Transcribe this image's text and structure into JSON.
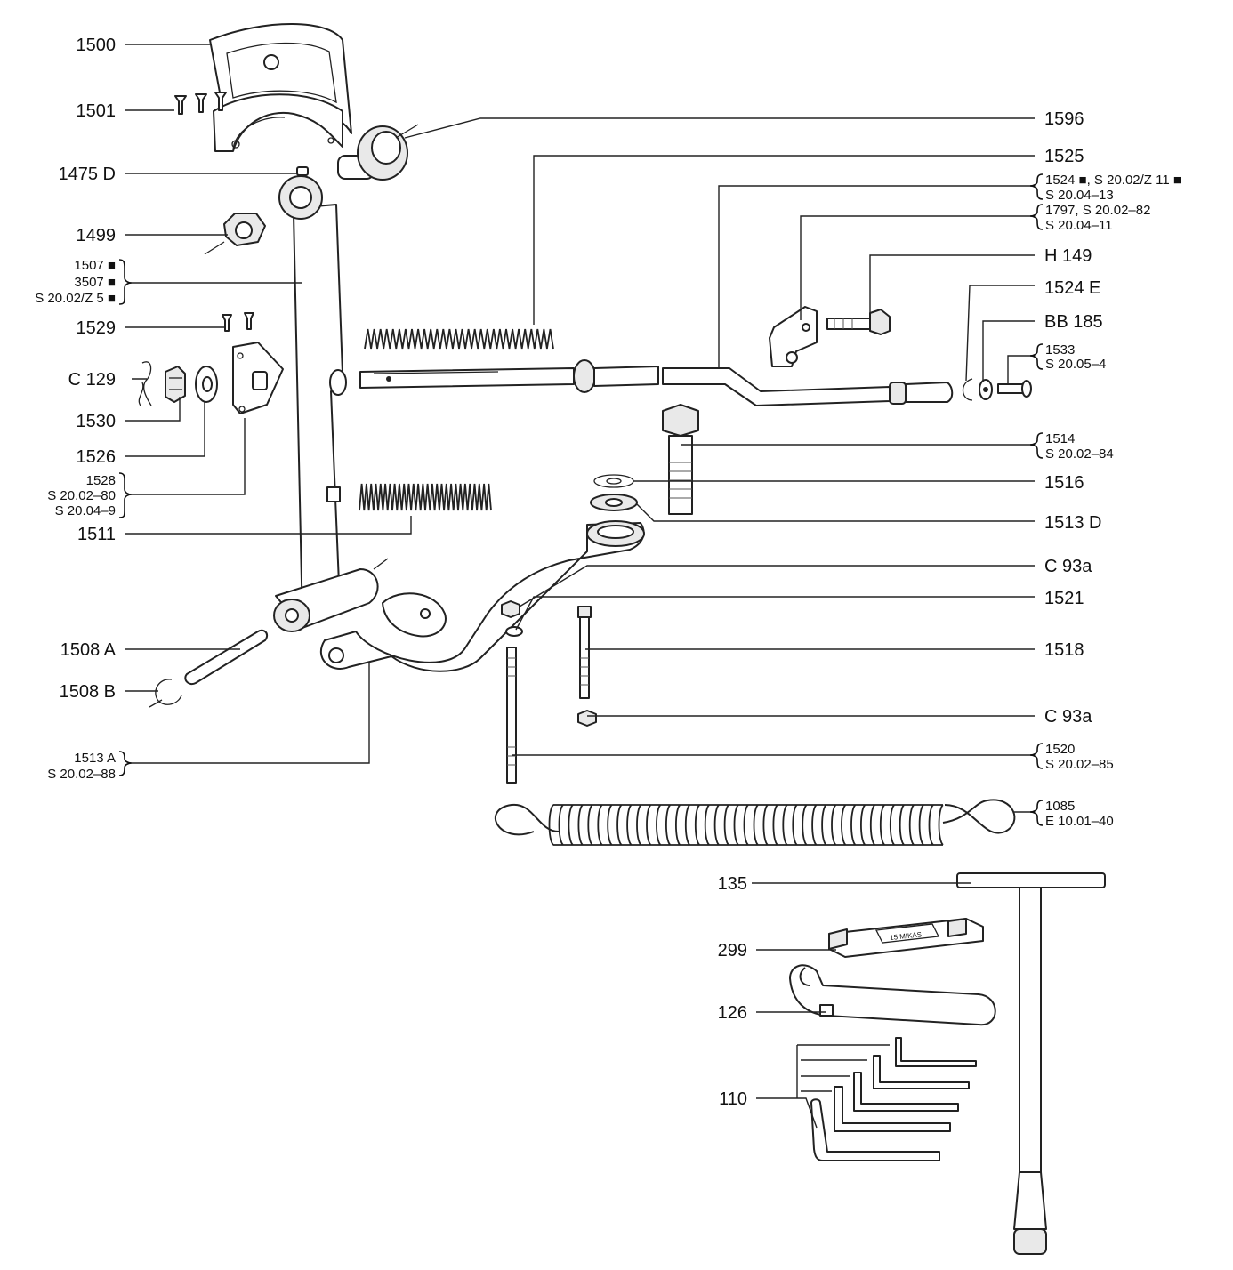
{
  "labels": {
    "l1500": "1500",
    "l1501": "1501",
    "l1475d": "1475 D",
    "l1499": "1499",
    "g1507": [
      "1507 ■",
      "3507 ■",
      "S 20.02/Z 5 ■"
    ],
    "l1529": "1529",
    "lc129": "C  129",
    "l1530": "1530",
    "l1526": "1526",
    "g1528": [
      "1528",
      "S 20.02–80",
      "S 20.04–9"
    ],
    "l1511": "1511",
    "l1508a": "1508 A",
    "l1508b": "1508 B",
    "g1513a": [
      "1513 A",
      "S 20.02–88"
    ],
    "l1596": "1596",
    "l1525": "1525",
    "g1524": [
      "1524 ■,  S 20.02/Z 11 ■",
      "S  20.04–13"
    ],
    "g1797": [
      "1797,  S 20.02–82",
      "S  20.04–11"
    ],
    "lh149": "H  149",
    "l1524e": "1524 E",
    "lbb185": "BB  185",
    "g1533": [
      "1533",
      "S  20.05–4"
    ],
    "g1514": [
      "1514",
      "S  20.02–84"
    ],
    "l1516": "1516",
    "l1513d": "1513 D",
    "lc93a_1": "C  93a",
    "l1521": "1521",
    "l1518": "1518",
    "lc93a_2": "C  93a",
    "g1520": [
      "1520",
      "S  20.02–85"
    ],
    "g1085": [
      "1085",
      "E  10.01–40"
    ],
    "l135": "135",
    "l299": "299",
    "l126": "126",
    "l110": "110",
    "gauge_marking": "15 MIKAS"
  }
}
